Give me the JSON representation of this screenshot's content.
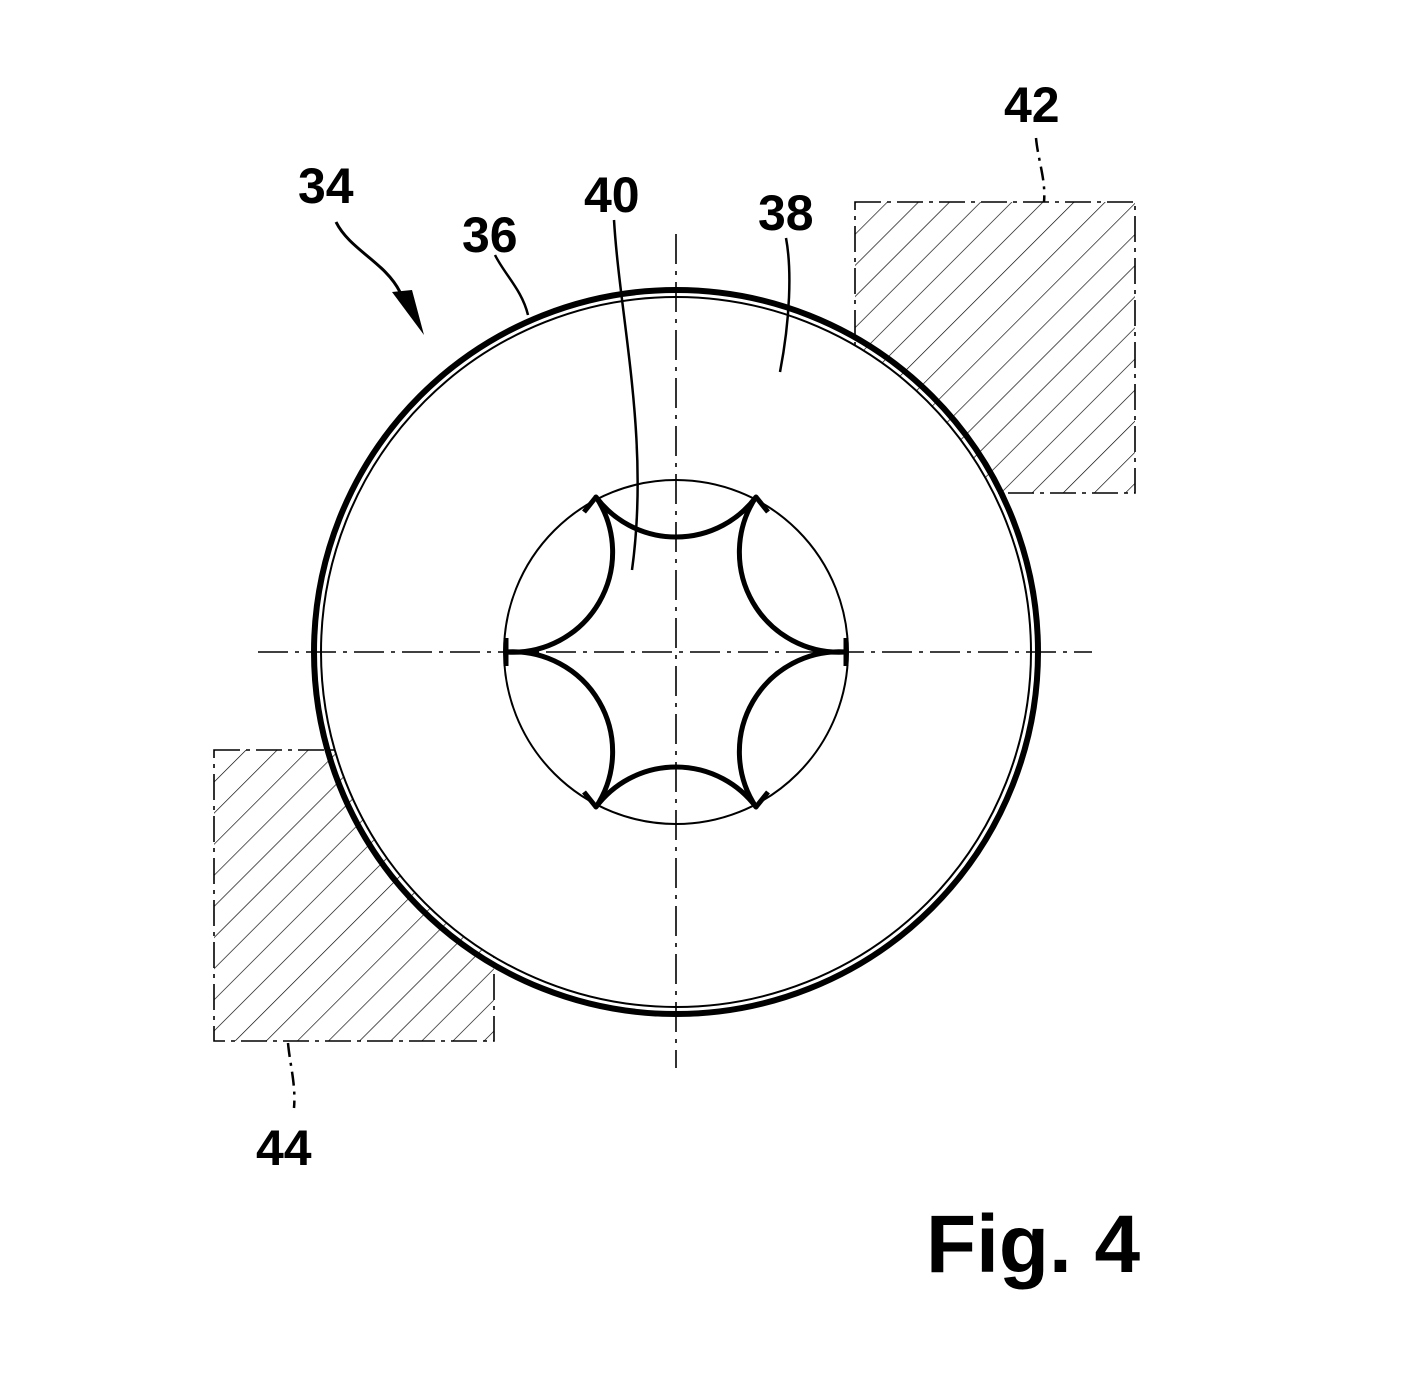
{
  "figure": {
    "caption": "Fig. 4",
    "labels": {
      "ref_34": "34",
      "ref_36": "36",
      "ref_38": "38",
      "ref_40": "40",
      "ref_42": "42",
      "ref_44": "44"
    },
    "colors": {
      "ink": "#000000",
      "background": "#ffffff"
    }
  }
}
